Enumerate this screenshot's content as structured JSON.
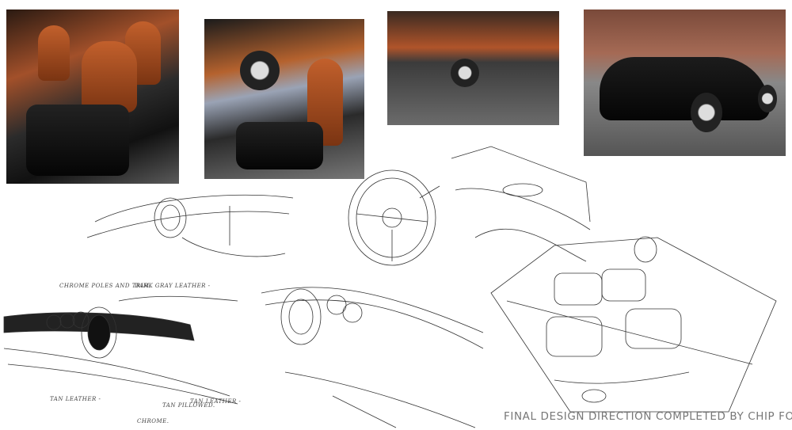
{
  "photos": [
    {
      "id": "seat-interior-rear-view"
    },
    {
      "id": "dashboard-and-seat-view"
    },
    {
      "id": "dashboard-clock-detail"
    },
    {
      "id": "black-car-at-gas-station"
    }
  ],
  "annotations": {
    "chrome_poles": "CHROME POLES AND TRIM.",
    "dark_gray_leather": "DARK GRAY LEATHER -",
    "tan_leather_left": "TAN LEATHER -",
    "tan_pillowed": "TAN PILLOWED.",
    "tan_leather_right": "TAN LEATHER -",
    "chrome": "CHROME."
  },
  "caption": "FINAL DESIGN DIRECTION COMPLETED BY CHIP FOOSE"
}
